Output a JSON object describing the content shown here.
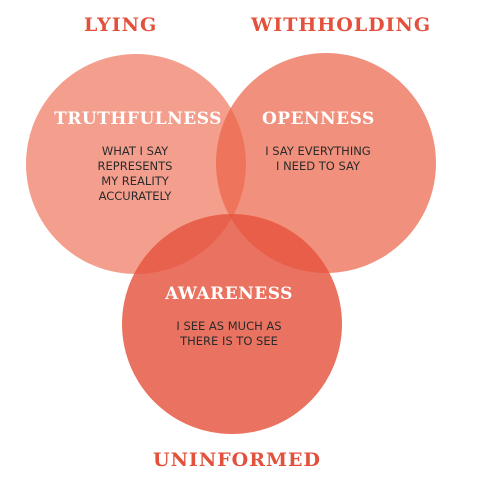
{
  "colors": {
    "label_red": "#e3503b",
    "circle_truthfulness": "#f07a63",
    "circle_openness": "#ec6549",
    "circle_awareness": "#e5533d",
    "text_white": "#ffffff",
    "text_dark": "#2b2b2b"
  },
  "outer_labels": {
    "lying": "LYING",
    "withholding": "WITHHOLDING",
    "uninformed": "UNINFORMED"
  },
  "circles": {
    "truthfulness": {
      "title": "TRUTHFULNESS",
      "lines": [
        "WHAT I SAY",
        "REPRESENTS",
        "MY REALITY",
        "ACCURATELY"
      ]
    },
    "openness": {
      "title": "OPENNESS",
      "lines": [
        "I SAY EVERYTHING",
        "I NEED TO SAY"
      ]
    },
    "awareness": {
      "title": "AWARENESS",
      "lines": [
        "I SEE AS MUCH AS",
        "THERE IS TO SEE"
      ]
    }
  }
}
